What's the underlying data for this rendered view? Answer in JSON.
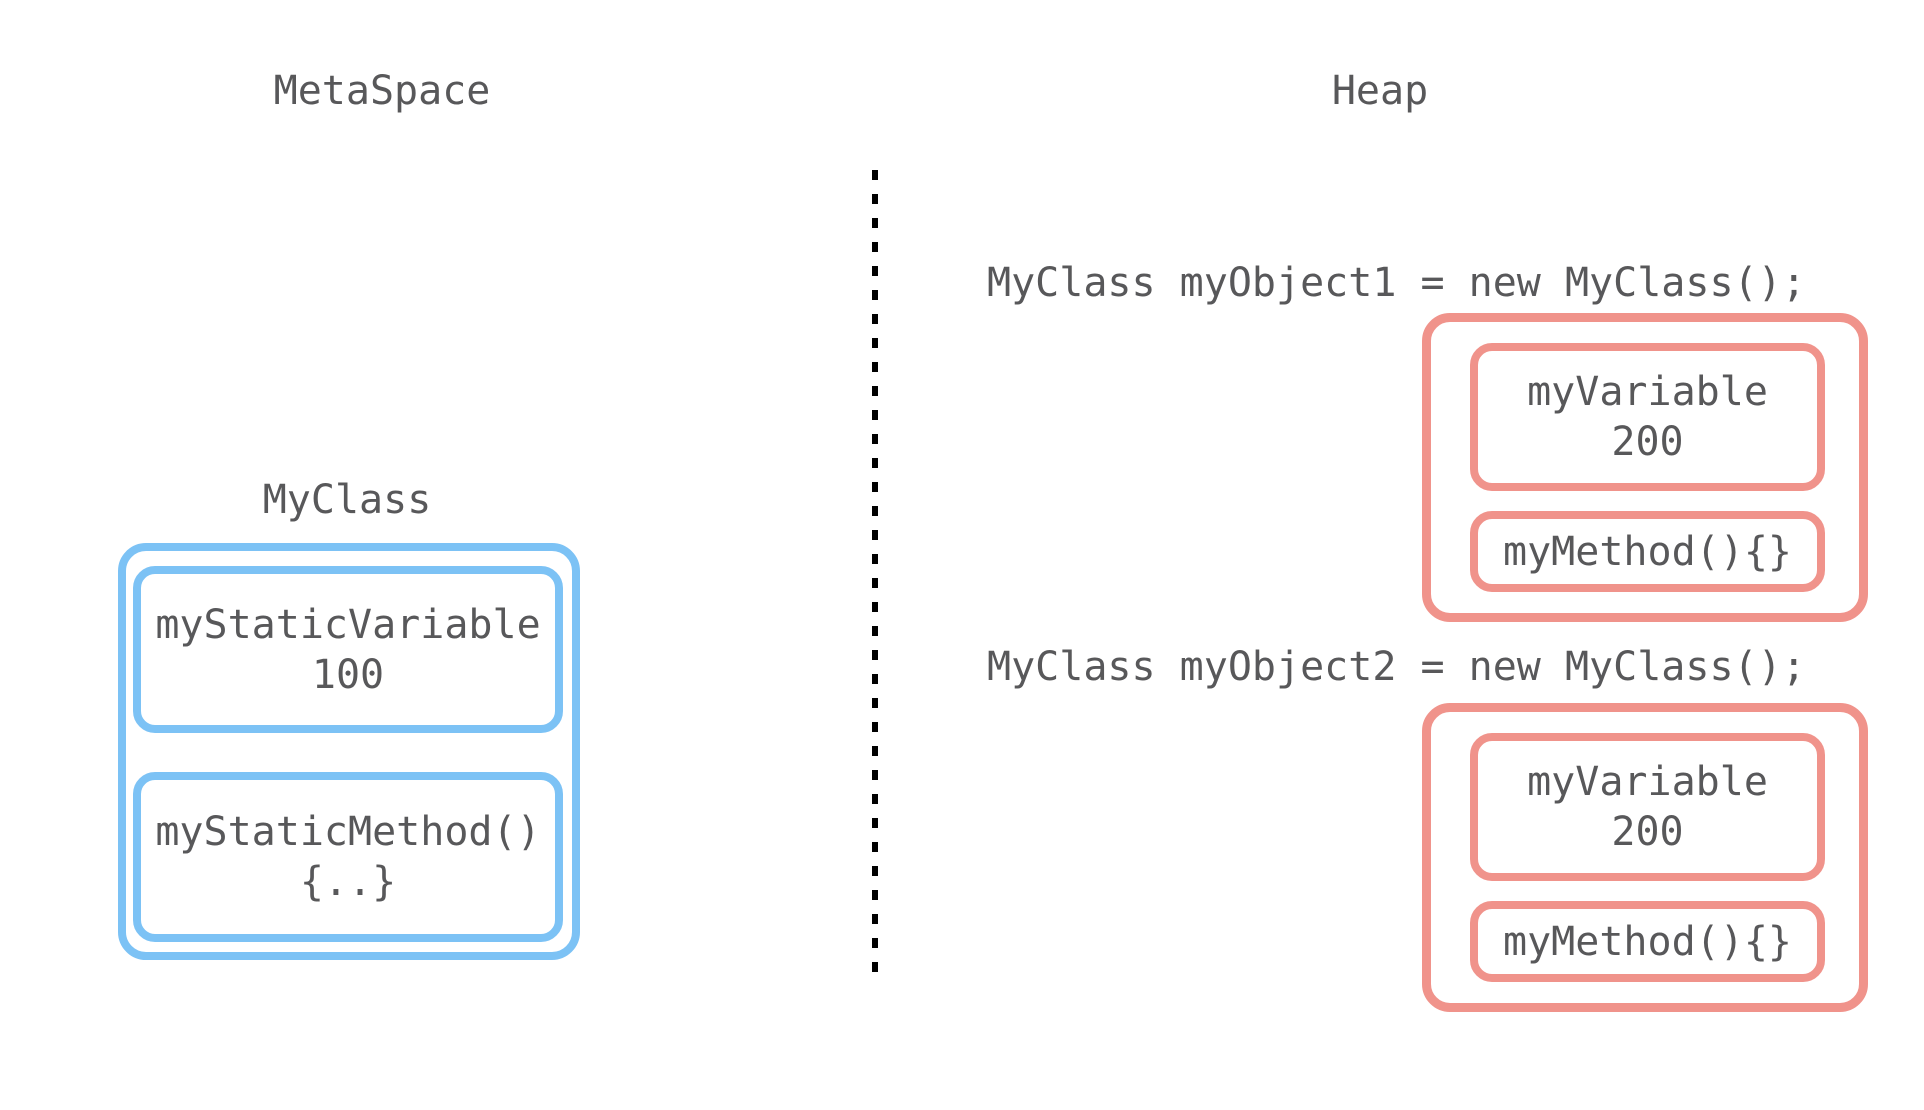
{
  "metaspace": {
    "title": "MetaSpace",
    "class_name": "MyClass",
    "static_variable_name": "myStaticVariable",
    "static_variable_value": "100",
    "static_method_name": "myStaticMethod()",
    "static_method_body": "{..}",
    "border_color": "#7cc2f5"
  },
  "heap": {
    "title": "Heap",
    "objects": [
      {
        "code": "MyClass myObject1 = new MyClass();",
        "variable_name": "myVariable",
        "variable_value": "200",
        "method": "myMethod(){}"
      },
      {
        "code": "MyClass myObject2 = new MyClass();",
        "variable_name": "myVariable",
        "variable_value": "200",
        "method": "myMethod(){}"
      }
    ],
    "border_color": "#f0938b"
  },
  "colors": {
    "text": "#58585a",
    "divider": "#000000",
    "background": "#ffffff"
  }
}
